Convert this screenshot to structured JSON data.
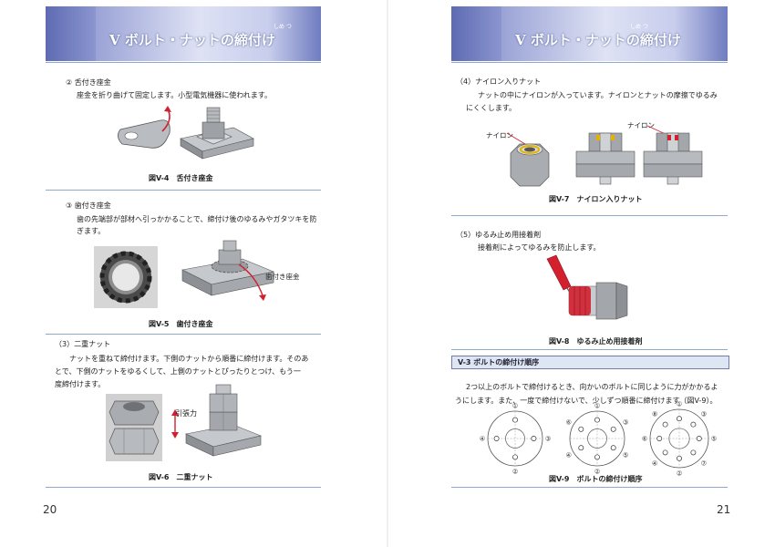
{
  "colors": {
    "banner_dark": "#5e6bb3",
    "banner_light": "#c7cdec",
    "rule": "#8ea8cf",
    "section_bg": "#dfe6f3",
    "accent_red": "#d2202f"
  },
  "header": {
    "title": "V ボルト・ナットの締付け",
    "ruby": "しめ つ"
  },
  "left": {
    "item2": {
      "heading": "② 舌付き座金",
      "body": "座金を折り曲げて固定します。小型電気機器に使われます。",
      "caption": "図V-4　舌付き座金"
    },
    "item3": {
      "heading": "③ 歯付き座金",
      "body_1": "歯の先端部が部材へ引っかかることで、締付け後のゆるみやガタツキを防",
      "body_2": "ぎます。",
      "label": "歯付き座金",
      "caption": "図V-5　歯付き座金"
    },
    "item_nut": {
      "heading": "（3）二重ナット",
      "body_1": "ナットを重ねて締付けます。下側のナットから順番に締付けます。そのあ",
      "body_2": "とで、下側のナットをゆるくして、上側のナットとぴったりとつけ、もう一",
      "body_3": "度締付けます。",
      "label": "引張力",
      "caption": "図V-6　二重ナット"
    },
    "page_number": "20"
  },
  "right": {
    "item4": {
      "heading": "（4）ナイロン入りナット",
      "body_1": "ナットの中にナイロンが入っています。ナイロンとナットの摩擦でゆるみ",
      "body_2": "にくくします。",
      "label_a": "ナイロン",
      "label_b": "ナイロン",
      "caption": "図V-7　ナイロン入りナット"
    },
    "item5": {
      "heading": "（5）ゆるみ止め用接着剤",
      "body": "接着剤によってゆるみを防止します。",
      "caption": "図V-8　ゆるみ止め用接着剤"
    },
    "section": {
      "title": "V-3 ボルトの締付け順序",
      "body_1": "2つ以上のボルトで締付けるとき、向かいのボルトに同じように力がかかるよ",
      "body_2": "うにします。また、一度で締付けないで、少しずつ順番に締付けます（図V-9）。",
      "caption": "図V-9　ボルトの締付け順序"
    },
    "page_number": "21"
  },
  "diagram_numbers": {
    "four": [
      "①",
      "②",
      "③",
      "④"
    ],
    "six": [
      "①",
      "②",
      "③",
      "④",
      "⑤",
      "⑥"
    ],
    "eight": [
      "①",
      "②",
      "③",
      "④",
      "⑤",
      "⑥",
      "⑦",
      "⑧"
    ]
  }
}
